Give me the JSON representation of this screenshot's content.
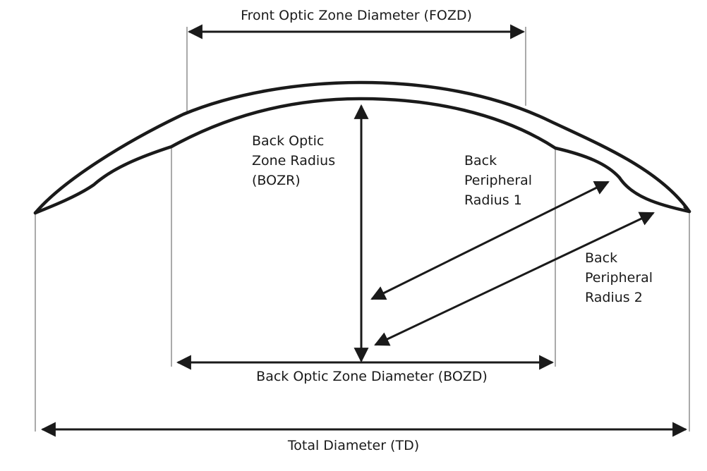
{
  "labels": {
    "fozd": "Front Optic Zone Diameter (FOZD)",
    "bozr": [
      "Back Optic",
      "Zone Radius",
      "(BOZR)"
    ],
    "bpr1": [
      "Back",
      "Peripheral",
      "Radius 1"
    ],
    "bpr2": [
      "Back",
      "Peripheral",
      "Radius 2"
    ],
    "bozd": "Back Optic Zone Diameter (BOZD)",
    "td": "Total Diameter (TD)"
  },
  "colors": {
    "ink": "#1a1a1a",
    "guide": "#555555",
    "background": "#ffffff"
  }
}
